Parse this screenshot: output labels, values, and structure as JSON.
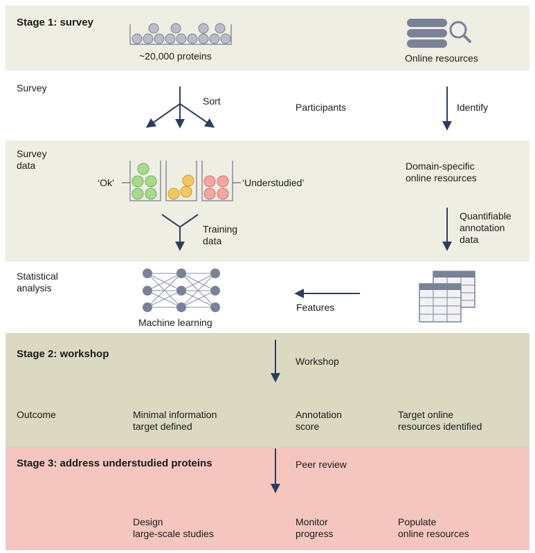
{
  "stage1": {
    "heading": "Stage 1: survey",
    "proteins_label": "~20,000 proteins",
    "online_resources_label": "Online resources"
  },
  "survey_row": {
    "label": "Survey",
    "sort_label": "Sort",
    "participants_label": "Participants",
    "identify_label": "Identify"
  },
  "survey_data_row": {
    "label": "Survey\ndata",
    "ok_label": "‘Ok’",
    "understudied_label": "‘Understudied’",
    "domain_resources_label": "Domain-specific\nonline resources",
    "training_label": "Training\ndata",
    "quantifiable_label": "Quantifiable\nannotation\ndata"
  },
  "analysis_row": {
    "label": "Statistical\nanalysis",
    "ml_label": "Machine learning",
    "features_label": "Features"
  },
  "stage2": {
    "heading": "Stage 2: workshop",
    "workshop_label": "Workshop",
    "outcome_label": "Outcome",
    "outcome_1": "Minimal information\ntarget defined",
    "outcome_2": "Annotation\nscore",
    "outcome_3": "Target online\nresources identified"
  },
  "stage3": {
    "heading": "Stage 3: address understudied proteins",
    "peer_review_label": "Peer review",
    "action_1": "Design\nlarge-scale studies",
    "action_2": "Monitor\nprogress",
    "action_3": "Populate\nonline resources"
  },
  "colors": {
    "arrow": "#2f3d5c",
    "protein_gray": "#b9bdc8",
    "ok_green": "#a9d98f",
    "middle_yellow": "#f3c766",
    "understudied_red": "#f3a6a6",
    "network_node": "#7b8197",
    "table_fill": "#7b8197"
  },
  "icons": [
    "database-search-icon",
    "neural-network-icon",
    "table-stack-icon",
    "protein-bin-icon"
  ]
}
